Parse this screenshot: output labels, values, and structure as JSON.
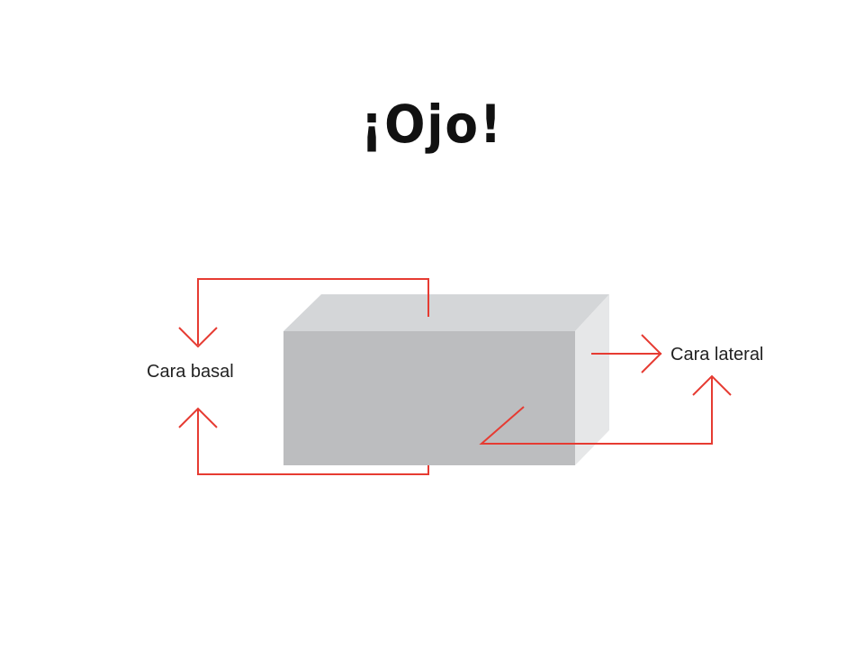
{
  "title": "¡Ojo!",
  "labels": {
    "basal_face": "Cara basal",
    "lateral_face": "Cara lateral"
  },
  "colors": {
    "arrow": "#e63b32",
    "front_face": "#bcbdbf",
    "top_face": "#d4d6d8",
    "side_face": "#e6e7e8",
    "text": "#222222"
  }
}
